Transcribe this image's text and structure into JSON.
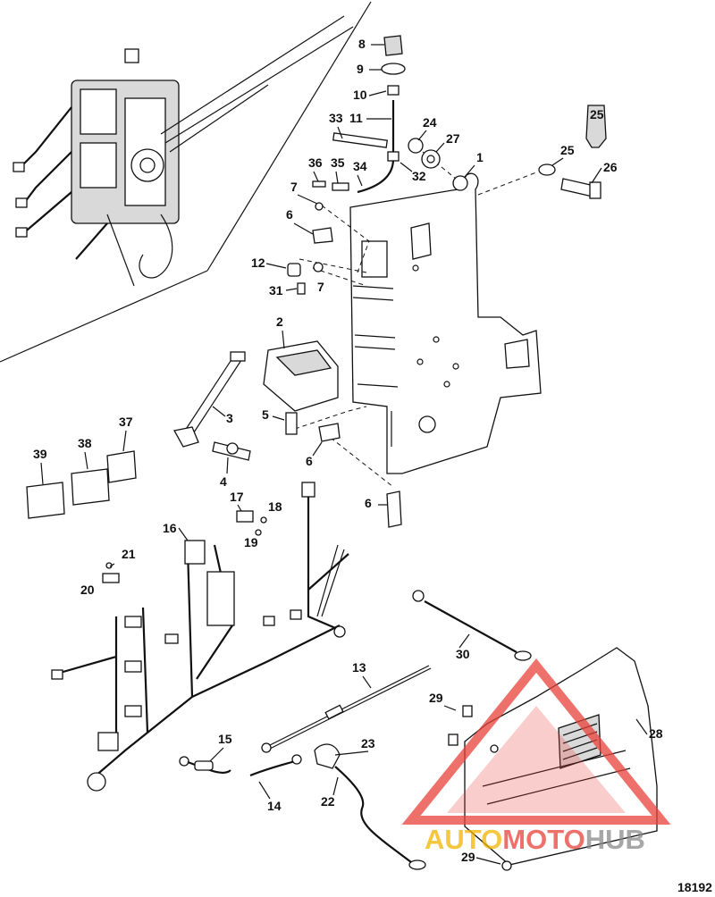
{
  "figure_ref": "18192",
  "callouts": [
    "1",
    "2",
    "3",
    "4",
    "5",
    "6",
    "6",
    "6",
    "7",
    "7",
    "8",
    "9",
    "10",
    "11",
    "12",
    "13",
    "14",
    "15",
    "16",
    "17",
    "18",
    "19",
    "20",
    "21",
    "22",
    "23",
    "24",
    "25",
    "25",
    "26",
    "27",
    "28",
    "29",
    "29",
    "30",
    "31",
    "32",
    "33",
    "34",
    "35",
    "36",
    "37",
    "38",
    "39"
  ],
  "watermark": {
    "part1": "AUTO",
    "part2": "MOTO",
    "part3": "HUB",
    "color_gold": "#f2b400",
    "color_red": "#e8413a",
    "color_gray": "#8a8a8a"
  }
}
